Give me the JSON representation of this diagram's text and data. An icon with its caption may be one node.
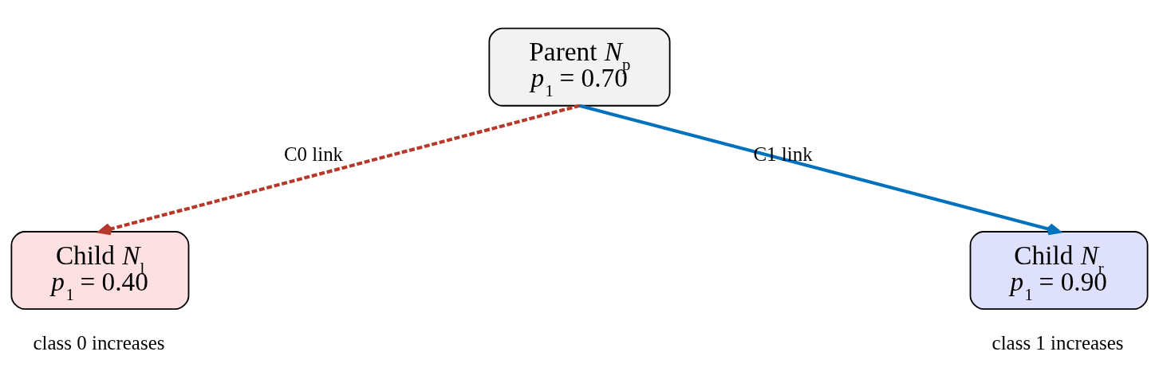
{
  "diagram": {
    "nodes": [
      {
        "text": [
          "Parent *N*$_{p}$",
          "*p*$_{1}$ = 0.70"
        ]
      },
      {
        "text": [
          "Child *N*$_{l}$",
          "*p*$_{1}$ = 0.40"
        ],
        "beside": [
          "class 0 increases"
        ]
      },
      {
        "text": [
          "Child *N*$_{r}$",
          "*p*$_{1}$ = 0.90"
        ],
        "beside": [
          "class 1 increases"
        ]
      }
    ],
    "edges": [
      {
        "from": 0,
        "to": 1,
        "arrow": "to",
        "label": "C0 link",
        "style": "dashed",
        "color": "#b5382a"
      },
      {
        "from": 0,
        "to": 2,
        "arrow": "to",
        "label": "C1 link",
        "color": "#0072bd"
      }
    ]
  }
}
